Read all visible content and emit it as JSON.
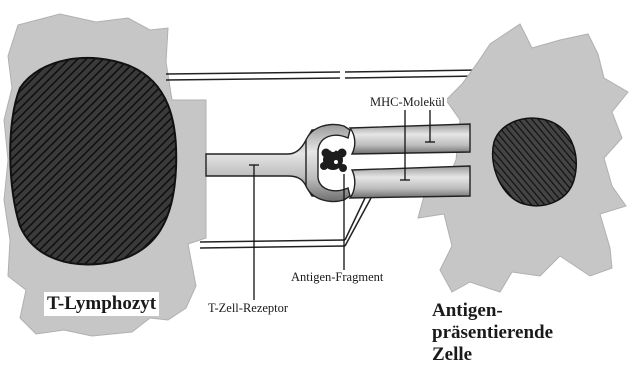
{
  "labels": {
    "t_lymphocyte": "T-Lymphozyt",
    "apc_line1": "Antigen-",
    "apc_line2": "präsentierende",
    "apc_line3": "Zelle",
    "mhc_molecule": "MHC-Molekül",
    "antigen_fragment": "Antigen-Fragment",
    "t_cell_receptor": "T-Zell-Rezeptor"
  },
  "colors": {
    "cell_fill": "#c9c9c9",
    "nucleus_fill": "#2b2b2b",
    "outline": "#222222",
    "background": "#ffffff"
  }
}
